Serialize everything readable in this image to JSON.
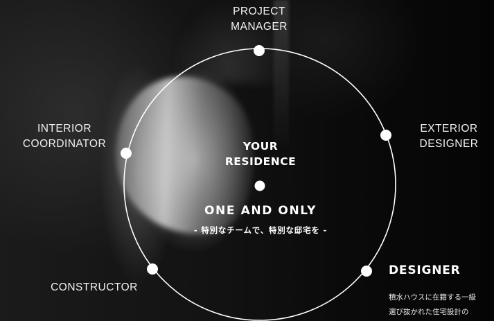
{
  "roles": {
    "project_manager": "PROJECT\nMANAGER",
    "exterior_designer": "EXTERIOR\nDESIGNER",
    "interior_coordinator": "INTERIOR\nCOORDINATOR",
    "constructor": "CONSTRUCTOR"
  },
  "center": {
    "title": "YOUR\nRESIDENCE",
    "tagline": "ONE AND ONLY",
    "subtagline": "- 特別なチームで、特別な邸宅を -"
  },
  "designer": {
    "heading": "DESIGNER",
    "body_lines": [
      "積水ハウスに在籍する一級",
      "選び抜かれた住宅設計の"
    ]
  },
  "colors": {
    "ring": "#ffffff",
    "text": "#ffffff",
    "background": "#0a0a0a"
  }
}
